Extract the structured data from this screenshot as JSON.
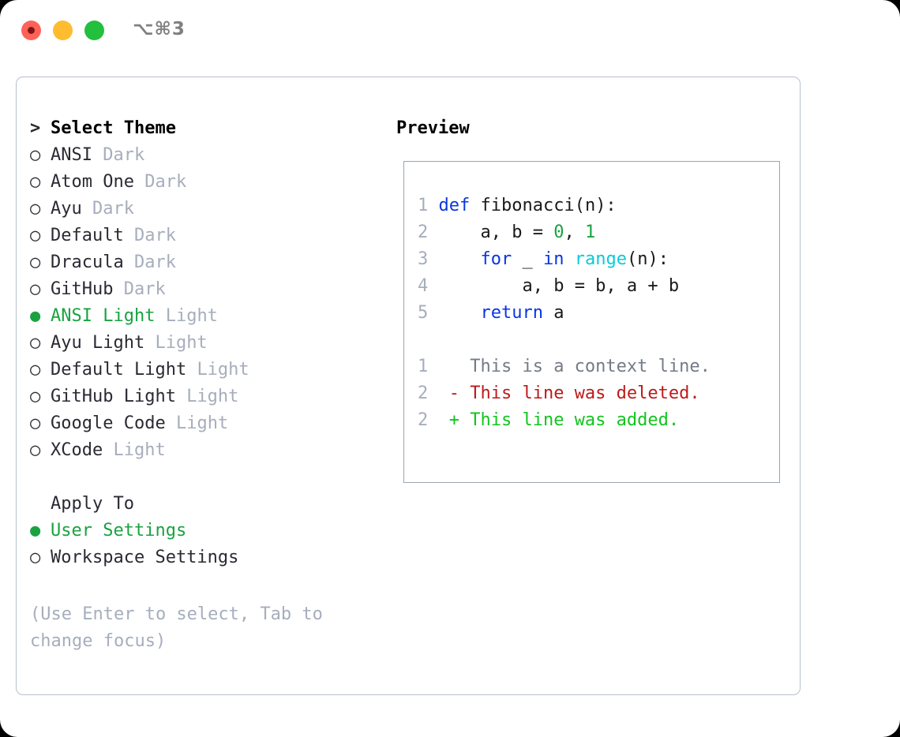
{
  "titlebar": {
    "shortcut": "⌥⌘3",
    "buttons": [
      {
        "name": "close",
        "color": "#FF6259"
      },
      {
        "name": "minimize",
        "color": "#FEBC2E"
      },
      {
        "name": "maximize",
        "color": "#22C03C"
      }
    ]
  },
  "theme_picker": {
    "marker_selected": "●",
    "marker_unselected": "○",
    "prompt_marker": ">",
    "heading": "Select Theme",
    "items": [
      {
        "marker": "○",
        "name": "ANSI",
        "badge": "Dark",
        "selected": false
      },
      {
        "marker": "○",
        "name": "Atom One",
        "badge": "Dark",
        "selected": false
      },
      {
        "marker": "○",
        "name": "Ayu",
        "badge": "Dark",
        "selected": false
      },
      {
        "marker": "○",
        "name": "Default",
        "badge": "Dark",
        "selected": false
      },
      {
        "marker": "○",
        "name": "Dracula",
        "badge": "Dark",
        "selected": false
      },
      {
        "marker": "○",
        "name": "GitHub",
        "badge": "Dark",
        "selected": false
      },
      {
        "marker": "●",
        "name": "ANSI Light",
        "badge": "Light",
        "selected": true
      },
      {
        "marker": "○",
        "name": "Ayu Light",
        "badge": "Light",
        "selected": false
      },
      {
        "marker": "○",
        "name": "Default Light",
        "badge": "Light",
        "selected": false
      },
      {
        "marker": "○",
        "name": "GitHub Light",
        "badge": "Light",
        "selected": false
      },
      {
        "marker": "○",
        "name": "Google Code",
        "badge": "Light",
        "selected": false
      },
      {
        "marker": "○",
        "name": "XCode",
        "badge": "Light",
        "selected": false
      }
    ]
  },
  "apply_to": {
    "heading": "Apply To",
    "items": [
      {
        "marker": "●",
        "name": "User Settings",
        "selected": true
      },
      {
        "marker": "○",
        "name": "Workspace Settings",
        "selected": false
      }
    ]
  },
  "hint": "(Use Enter to select, Tab to change focus)",
  "preview": {
    "title": "Preview",
    "code_lines": [
      {
        "no": "1",
        "indent": "",
        "tokens": [
          {
            "t": "def",
            "c": "kw"
          },
          {
            "t": " fibonacci(n):",
            "c": "plain"
          }
        ]
      },
      {
        "no": "2",
        "indent": "    ",
        "tokens": [
          {
            "t": "a, b = ",
            "c": "plain"
          },
          {
            "t": "0",
            "c": "num"
          },
          {
            "t": ", ",
            "c": "plain"
          },
          {
            "t": "1",
            "c": "num"
          }
        ]
      },
      {
        "no": "3",
        "indent": "    ",
        "tokens": [
          {
            "t": "for",
            "c": "kw"
          },
          {
            "t": " _ ",
            "c": "plain"
          },
          {
            "t": "in",
            "c": "kw"
          },
          {
            "t": " ",
            "c": "plain"
          },
          {
            "t": "range",
            "c": "fn"
          },
          {
            "t": "(n):",
            "c": "plain"
          }
        ]
      },
      {
        "no": "4",
        "indent": "        ",
        "tokens": [
          {
            "t": "a, b = b, a + b",
            "c": "plain"
          }
        ]
      },
      {
        "no": "5",
        "indent": "    ",
        "tokens": [
          {
            "t": "return",
            "c": "kw"
          },
          {
            "t": " a",
            "c": "plain"
          }
        ]
      }
    ],
    "diff_lines": [
      {
        "no": "1",
        "sign": " ",
        "text": "This is a context line.",
        "kind": "ctx"
      },
      {
        "no": "2",
        "sign": "-",
        "text": "This line was deleted.",
        "kind": "del"
      },
      {
        "no": "2",
        "sign": "+",
        "text": "This line was added.",
        "kind": "add"
      }
    ]
  },
  "colors": {
    "accent_green": "#19A340",
    "badge_gray": "#A6AEBC",
    "keyword_blue": "#0A35E0",
    "function_cyan": "#0ACADA",
    "number_green": "#19A340",
    "diff_delete_red": "#BF1A1A",
    "diff_add_green": "#12C41E",
    "panel_border": "#B9C0CC",
    "preview_border": "#9AA5B4"
  }
}
